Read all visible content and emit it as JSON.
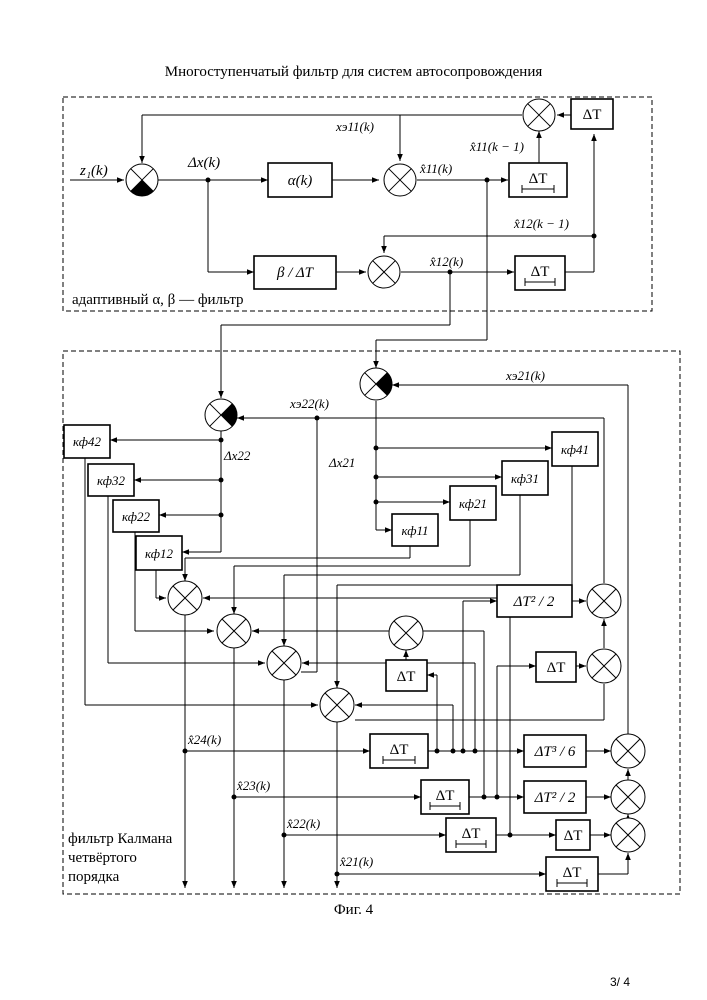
{
  "page": {
    "title": "Многоступенчатый фильтр для систем автосопровождения",
    "caption": "Фиг. 4",
    "page_number": "3/ 4"
  },
  "stage1": {
    "name": "адаптивный α, β — фильтр",
    "input": "z₁(k)",
    "error": "Δx(k)",
    "alpha_block": "α(k)",
    "beta_block": "β / ΔT",
    "extrap": "xэ11(k)",
    "x11": "x̂11(k)",
    "x11_prev": "x̂11(k − 1)",
    "x12": "x̂12(k)",
    "x12_prev": "x̂12(k − 1)",
    "delay": "ΔT"
  },
  "stage2": {
    "name_line1": "фильтр Калмана",
    "name_line2": "четвёртого",
    "name_line3": "порядка",
    "extrap21": "xэ21(k)",
    "extrap22": "xэ22(k)",
    "dx21": "Δx21",
    "dx22": "Δx22",
    "gains_right": [
      "кф41",
      "кф31",
      "кф21",
      "кф11"
    ],
    "gains_left": [
      "кф42",
      "кф32",
      "кф22",
      "кф12"
    ],
    "outputs": [
      "x̂24(k)",
      "x̂23(k)",
      "x̂22(k)",
      "x̂21(k)"
    ],
    "dt": "ΔT",
    "dt2_half": "ΔT² / 2",
    "dt3_six": "ΔT³ / 6"
  }
}
